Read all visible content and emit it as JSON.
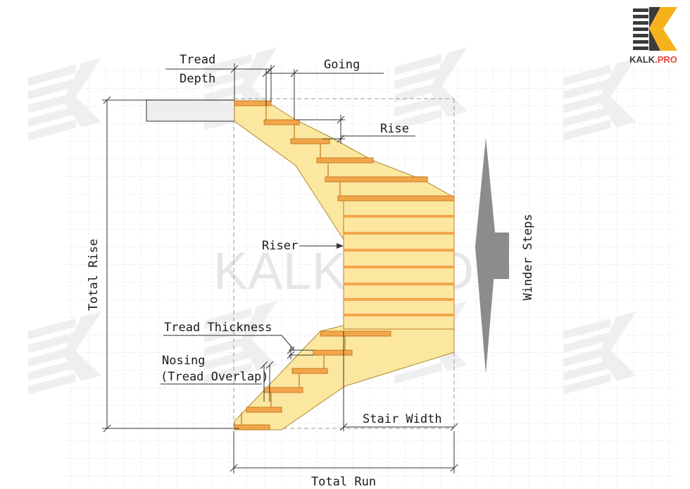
{
  "logo": {
    "text_a": "KALK",
    "text_b": ".PRO"
  },
  "watermark": "KALK.PRO",
  "labels": {
    "tread": "Tread",
    "depth": "Depth",
    "going": "Going",
    "rise": "Rise",
    "riser": "Riser",
    "total_rise": "Total Rise",
    "winder_steps": "Winder Steps",
    "tread_thickness": "Tread Thickness",
    "nosing": "Nosing",
    "tread_overlap": "(Tread Overlap)",
    "stair_width": "Stair Width",
    "total_run": "Total Run"
  },
  "colors": {
    "stringer": "#fbe7a0",
    "tread": "#f2a64a",
    "tread_dark": "#d9862a",
    "grid": "#d8dfe6",
    "arrow": "#8c8c8c",
    "logo_yellow": "#f6b21b",
    "logo_dark": "#3b3b3b",
    "logo_red": "#e2463c"
  }
}
